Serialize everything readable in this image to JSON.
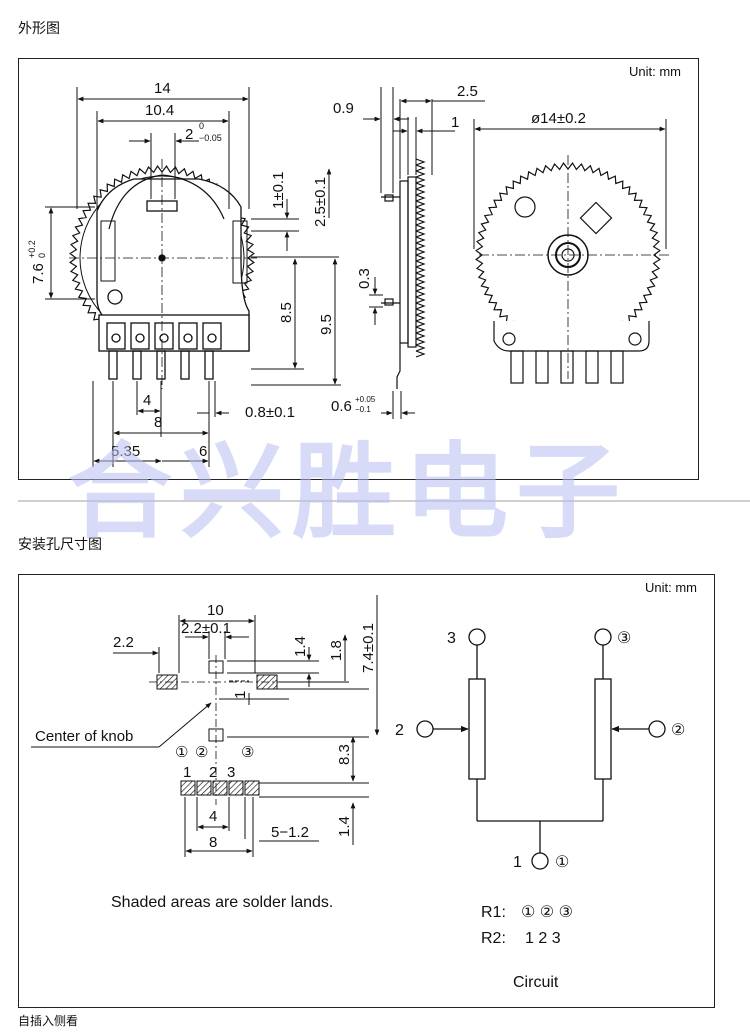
{
  "titles": {
    "outline": "外形图",
    "mounting": "安装孔尺寸图",
    "footer": "自插入侧看"
  },
  "unit_label": "Unit: mm",
  "watermark": "合兴胜电子",
  "outline_dims": {
    "d14": "14",
    "d10_4": "10.4",
    "d2": "2",
    "d2_tol_top": "0",
    "d2_tol_bottom": "−0.05",
    "d7_6": "7.6",
    "d7_6_tol_top": "+0.2",
    "d7_6_tol_bottom": "0",
    "d1": "1±0.1",
    "d2_5": "2.5±0.1",
    "d8_5": "8.5",
    "d9_5": "9.5",
    "d4": "4",
    "d8": "8",
    "d5_35": "5.35",
    "d6": "6",
    "d0_8": "0.8±0.1",
    "side_0_9": "0.9",
    "side_2_5": "2.5",
    "side_1": "1",
    "side_0_3": "0.3",
    "side_0_6": "0.6",
    "side_0_6_tol_top": "+0.05",
    "side_0_6_tol_bottom": "−0.1",
    "diameter": "ø14±0.2"
  },
  "mount_dims": {
    "d10": "10",
    "d2_2tol": "2.2±0.1",
    "d2_2": "2.2",
    "d1_4a": "1.4",
    "d1_8": "1.8",
    "d7_4": "7.4±0.1",
    "d1": "1",
    "d8_3": "8.3",
    "d1_4b": "1.4",
    "d4": "4",
    "d8": "8",
    "d5_1_2": "5−1.2",
    "center_label": "Center of knob",
    "pin_c1": "①",
    "pin_c2": "②",
    "pin_c3": "③",
    "pin_n1": "1",
    "pin_n2": "2",
    "pin_n3": "3",
    "shaded_note": "Shaded areas are solder lands."
  },
  "circuit": {
    "left_top": "3",
    "right_top": "③",
    "left_mid": "2",
    "right_mid": "②",
    "bottom_num": "1",
    "bottom_circ": "①",
    "r1_label": "R1:",
    "r1_pins": "① ② ③",
    "r2_label": "R2:",
    "r2_pins": "1 2 3",
    "caption": "Circuit"
  }
}
